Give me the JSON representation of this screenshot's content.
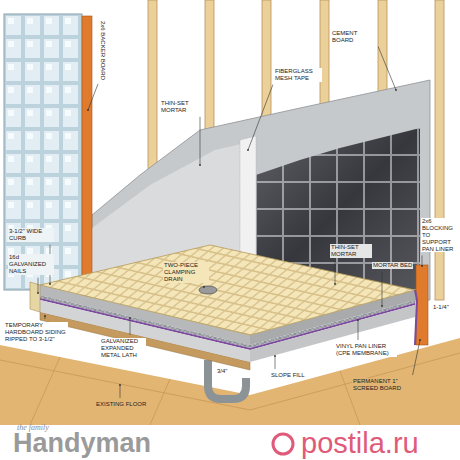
{
  "diagram": {
    "labels": [
      "2x6 BACKER BOARD",
      "CEMENT BOARD",
      "FIBERGLASS MESH TAPE",
      "THIN-SET MORTAR",
      "3-1/2\" WIDE CURB",
      "16d GALVANIZED NAILS",
      "TWO-PIECE CLAMPING DRAIN",
      "THIN-SET MORTAR",
      "MORTAR BED",
      "1-1/4\"",
      "2x6 BLOCKING TO SUPPORT PAN LINER",
      "GALVANIZED EXPANDED METAL LATH",
      "TEMPORARY HARDBOARD SIDING RIPPED TO 3-1/2\"",
      "3/4\"",
      "EXISTING FLOOR",
      "SLOPE FILL",
      "VINYL PAN LINER (CPE MEMBRANE)",
      "PERMANENT 1\" SCREED BOARD",
      "the family",
      "Handyman",
      "postila.ru"
    ]
  }
}
